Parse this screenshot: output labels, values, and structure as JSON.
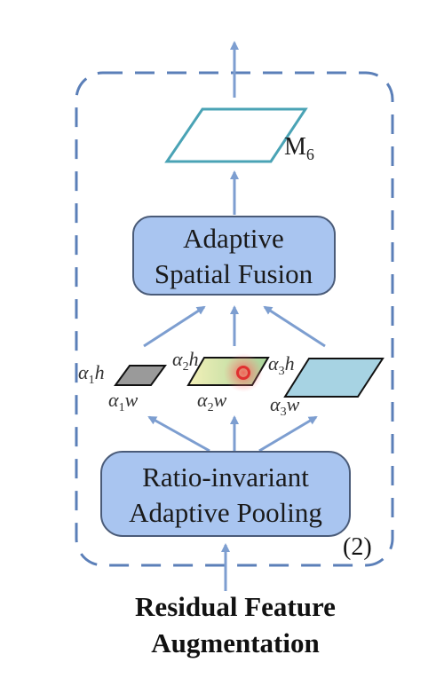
{
  "diagram": {
    "top_box": {
      "line1": "Adaptive",
      "line2": "Spatial Fusion"
    },
    "bottom_box": {
      "line1": "Ratio-invariant",
      "line2": "Adaptive Pooling"
    },
    "output_label": {
      "main": "M",
      "sub": "6"
    },
    "step_label": "(2)",
    "caption": {
      "line1": "Residual Feature",
      "line2": "Augmentation"
    },
    "features": [
      {
        "h_prefix": "α",
        "h_sub": "1",
        "h_var": "h",
        "w_prefix": "α",
        "w_sub": "1",
        "w_var": "w"
      },
      {
        "h_prefix": "α",
        "h_sub": "2",
        "h_var": "h",
        "w_prefix": "α",
        "w_sub": "2",
        "w_var": "w"
      },
      {
        "h_prefix": "α",
        "h_sub": "3",
        "h_var": "h",
        "w_prefix": "α",
        "w_sub": "3",
        "w_var": "w"
      }
    ],
    "colors": {
      "box_fill": "#a9c5f0",
      "box_stroke": "#4a5b78",
      "arrow": "#7d9ed0",
      "dash": "#5b7fb8",
      "output_map": "#4aa3b5",
      "map1": "#9a9a9a",
      "map2_start": "#f3f0b8",
      "map2_end": "#a8d49a",
      "map3": "#a7d3e3",
      "cursor": "#e03030"
    }
  }
}
